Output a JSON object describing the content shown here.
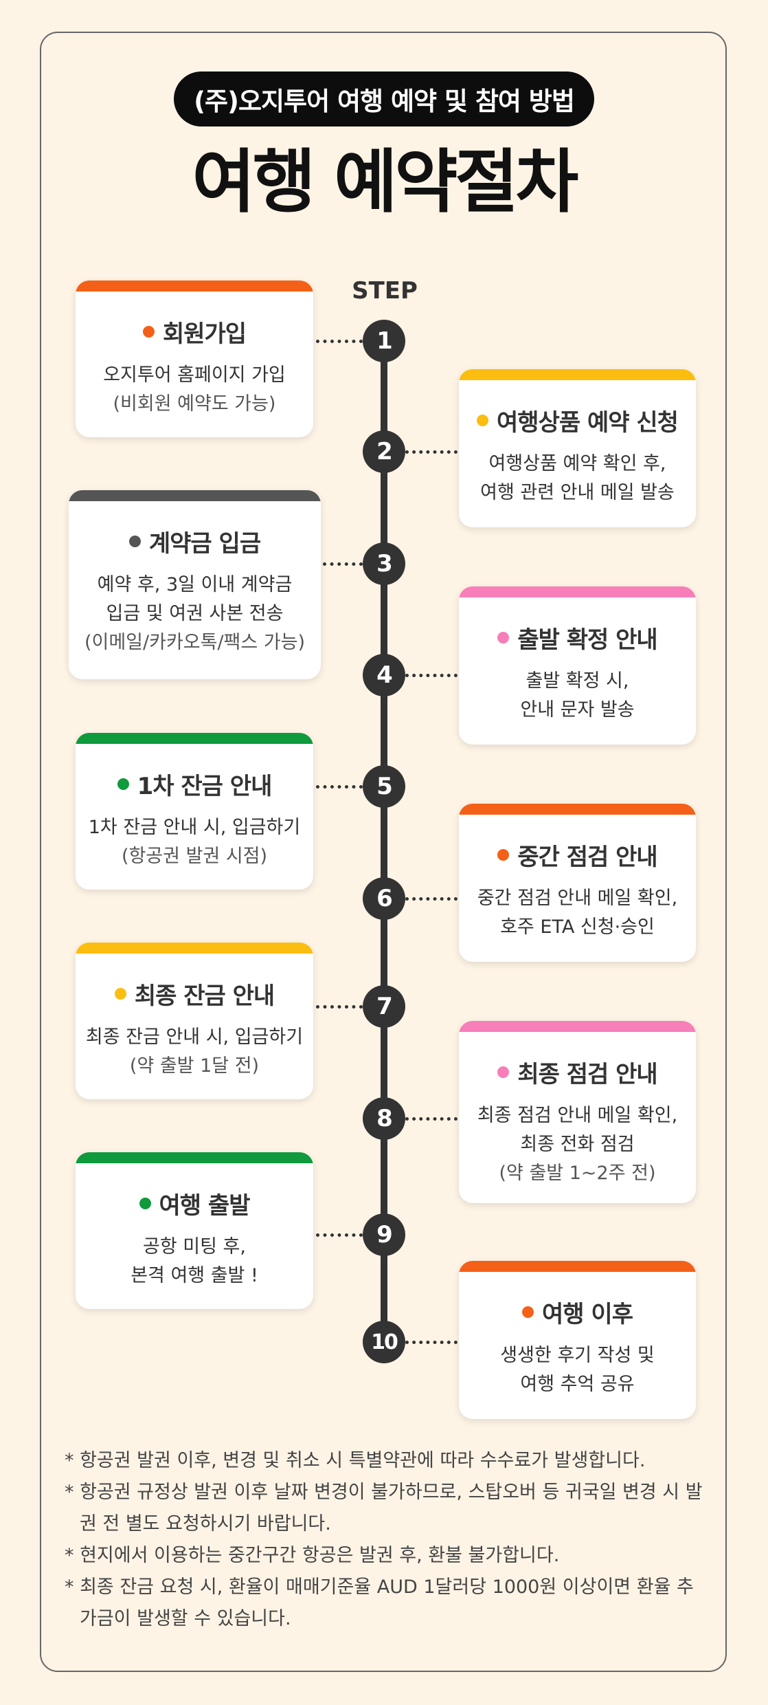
{
  "header": {
    "badge": "(주)오지투어 여행 예약 및 참여 방법",
    "title": "여행 예약절차"
  },
  "step_label": "STEP",
  "colors": {
    "orange": "#f46017",
    "yellow": "#fbbd0f",
    "gray": "#555555",
    "pink": "#f77eb8",
    "green": "#0e9a3d",
    "dark": "#333333"
  },
  "steps": [
    {
      "num": "1",
      "title": "회원가입",
      "line1": "오지투어 홈페이지 가입",
      "line2": "",
      "line3": "(비회원 예약도 가능)",
      "color": "#f46017"
    },
    {
      "num": "2",
      "title": "여행상품 예약 신청",
      "line1": "여행상품 예약 확인 후,",
      "line2": "여행 관련 안내 메일 발송",
      "line3": "",
      "color": "#fbbd0f"
    },
    {
      "num": "3",
      "title": "계약금 입금",
      "line1": "예약 후, 3일 이내 계약금",
      "line2": "입금 및 여권 사본 전송",
      "line3": "(이메일/카카오톡/팩스 가능)",
      "color": "#555555"
    },
    {
      "num": "4",
      "title": "출발 확정 안내",
      "line1": "출발 확정 시,",
      "line2": "안내 문자 발송",
      "line3": "",
      "color": "#f77eb8"
    },
    {
      "num": "5",
      "title": "1차 잔금 안내",
      "line1": "1차 잔금 안내 시, 입금하기",
      "line2": "",
      "line3": "(항공권 발권 시점)",
      "color": "#0e9a3d"
    },
    {
      "num": "6",
      "title": "중간 점검 안내",
      "line1": "중간 점검 안내 메일 확인,",
      "line2": "호주 ETA 신청·승인",
      "line3": "",
      "color": "#f46017"
    },
    {
      "num": "7",
      "title": "최종 잔금 안내",
      "line1": "최종 잔금 안내 시, 입금하기",
      "line2": "",
      "line3": "(약 출발 1달 전)",
      "color": "#fbbd0f"
    },
    {
      "num": "8",
      "title": "최종 점검 안내",
      "line1": "최종 점검 안내 메일 확인,",
      "line2": "최종 전화 점검",
      "line3": "(약 출발 1~2주 전)",
      "color": "#f77eb8"
    },
    {
      "num": "9",
      "title": "여행 출발",
      "line1": "공항 미팅 후,",
      "line2": "본격 여행 출발 !",
      "line3": "",
      "color": "#0e9a3d"
    },
    {
      "num": "10",
      "title": "여행 이후",
      "line1": "생생한 후기 작성 및",
      "line2": "여행 추억 공유",
      "line3": "",
      "color": "#f46017"
    }
  ],
  "notes": [
    "* 항공권 발권 이후, 변경 및 취소 시 특별약관에 따라 수수료가 발생합니다.",
    "* 항공권 규정상 발권 이후 날짜 변경이 불가하므로, 스탑오버 등 귀국일 변경 시 발권 전 별도 요청하시기 바랍니다.",
    "* 현지에서 이용하는 중간구간 항공은 발권 후, 환불 불가합니다.",
    "* 최종 잔금 요청 시, 환율이 매매기준율 AUD 1달러당 1000원 이상이면 환율 추가금이 발생할 수 있습니다."
  ]
}
